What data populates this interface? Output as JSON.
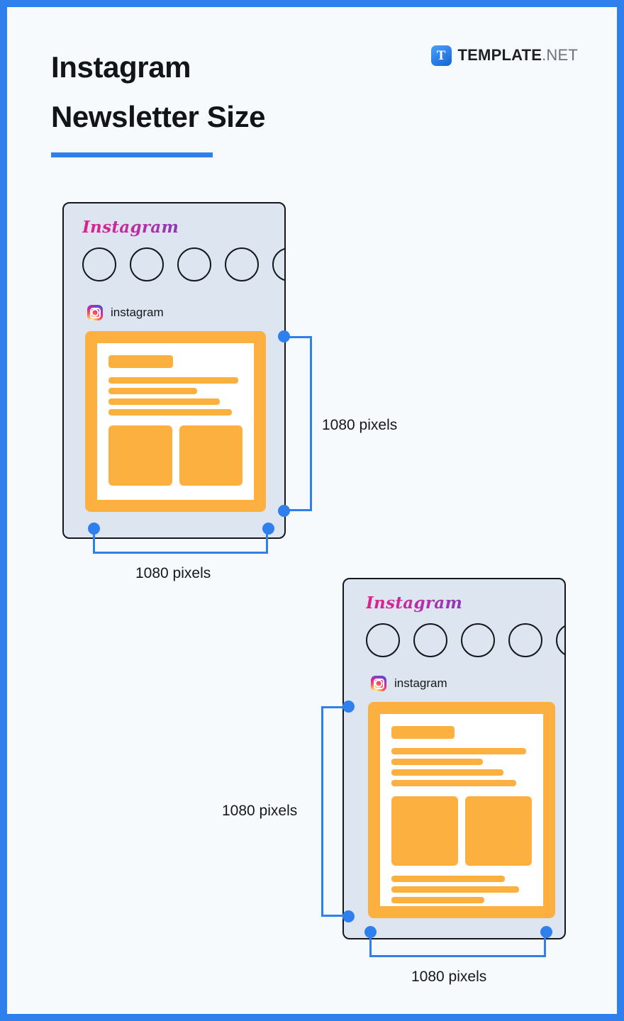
{
  "header": {
    "title_lines": [
      "Instagram",
      "Newsletter Size"
    ],
    "accent_color": "#2f80ed"
  },
  "brand": {
    "mark_letter": "T",
    "name": "TEMPLATE",
    "tld": ".NET"
  },
  "mockups": [
    {
      "id": "square-post",
      "wordmark": "Instagram",
      "handle": "instagram",
      "story_count": 5,
      "width_label": "1080 pixels",
      "height_label": "1080 pixels",
      "orientation": "square",
      "frame_color": "#fbb040"
    },
    {
      "id": "portrait-post",
      "wordmark": "Instagram",
      "handle": "instagram",
      "story_count": 5,
      "width_label": "1080 pixels",
      "height_label": "1080 pixels",
      "orientation": "portrait",
      "frame_color": "#fbb040"
    }
  ]
}
